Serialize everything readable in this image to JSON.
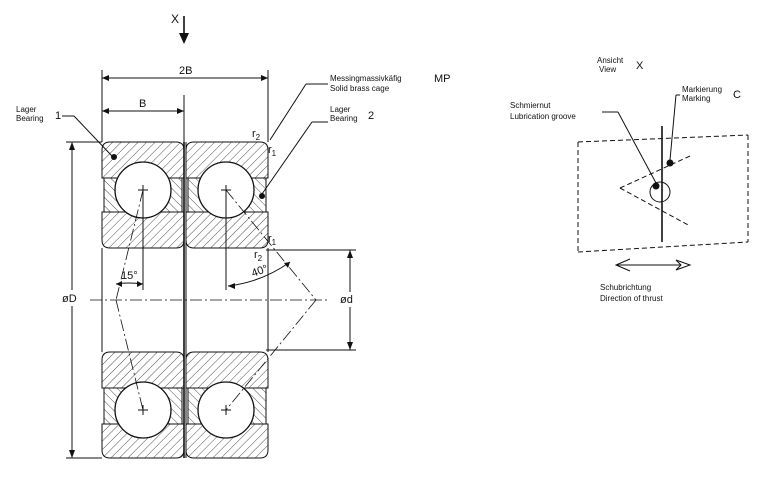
{
  "labels": {
    "view_marker": "X",
    "dim_2b": "2B",
    "dim_b": "B",
    "cage_de": "Messingmassivkäfig",
    "cage_code": "MP",
    "cage_en": "Solid brass cage",
    "bearing1_de": "Lager",
    "bearing1_en": "Bearing",
    "bearing1_num": "1",
    "bearing2_de": "Lager",
    "bearing2_en": "Bearing",
    "bearing2_num": "2",
    "r2_top": "r",
    "r2_top_sub": "2",
    "r1_top": "r",
    "r1_top_sub": "1",
    "r1_mid": "r",
    "r1_mid_sub": "1",
    "r2_mid": "r",
    "r2_mid_sub": "2",
    "angle_15": "15°",
    "angle_40": "40°",
    "dia_outer": "øD",
    "dia_inner": "ød",
    "view_de": "Ansicht",
    "view_en": "View",
    "view_x": "X",
    "groove_de": "Schmiernut",
    "groove_en": "Lubrication groove",
    "marking_de": "Markierung",
    "marking_en": "Marking",
    "marking_c": "C",
    "thrust_de": "Schubrichtung",
    "thrust_en": "Direction of thrust"
  }
}
